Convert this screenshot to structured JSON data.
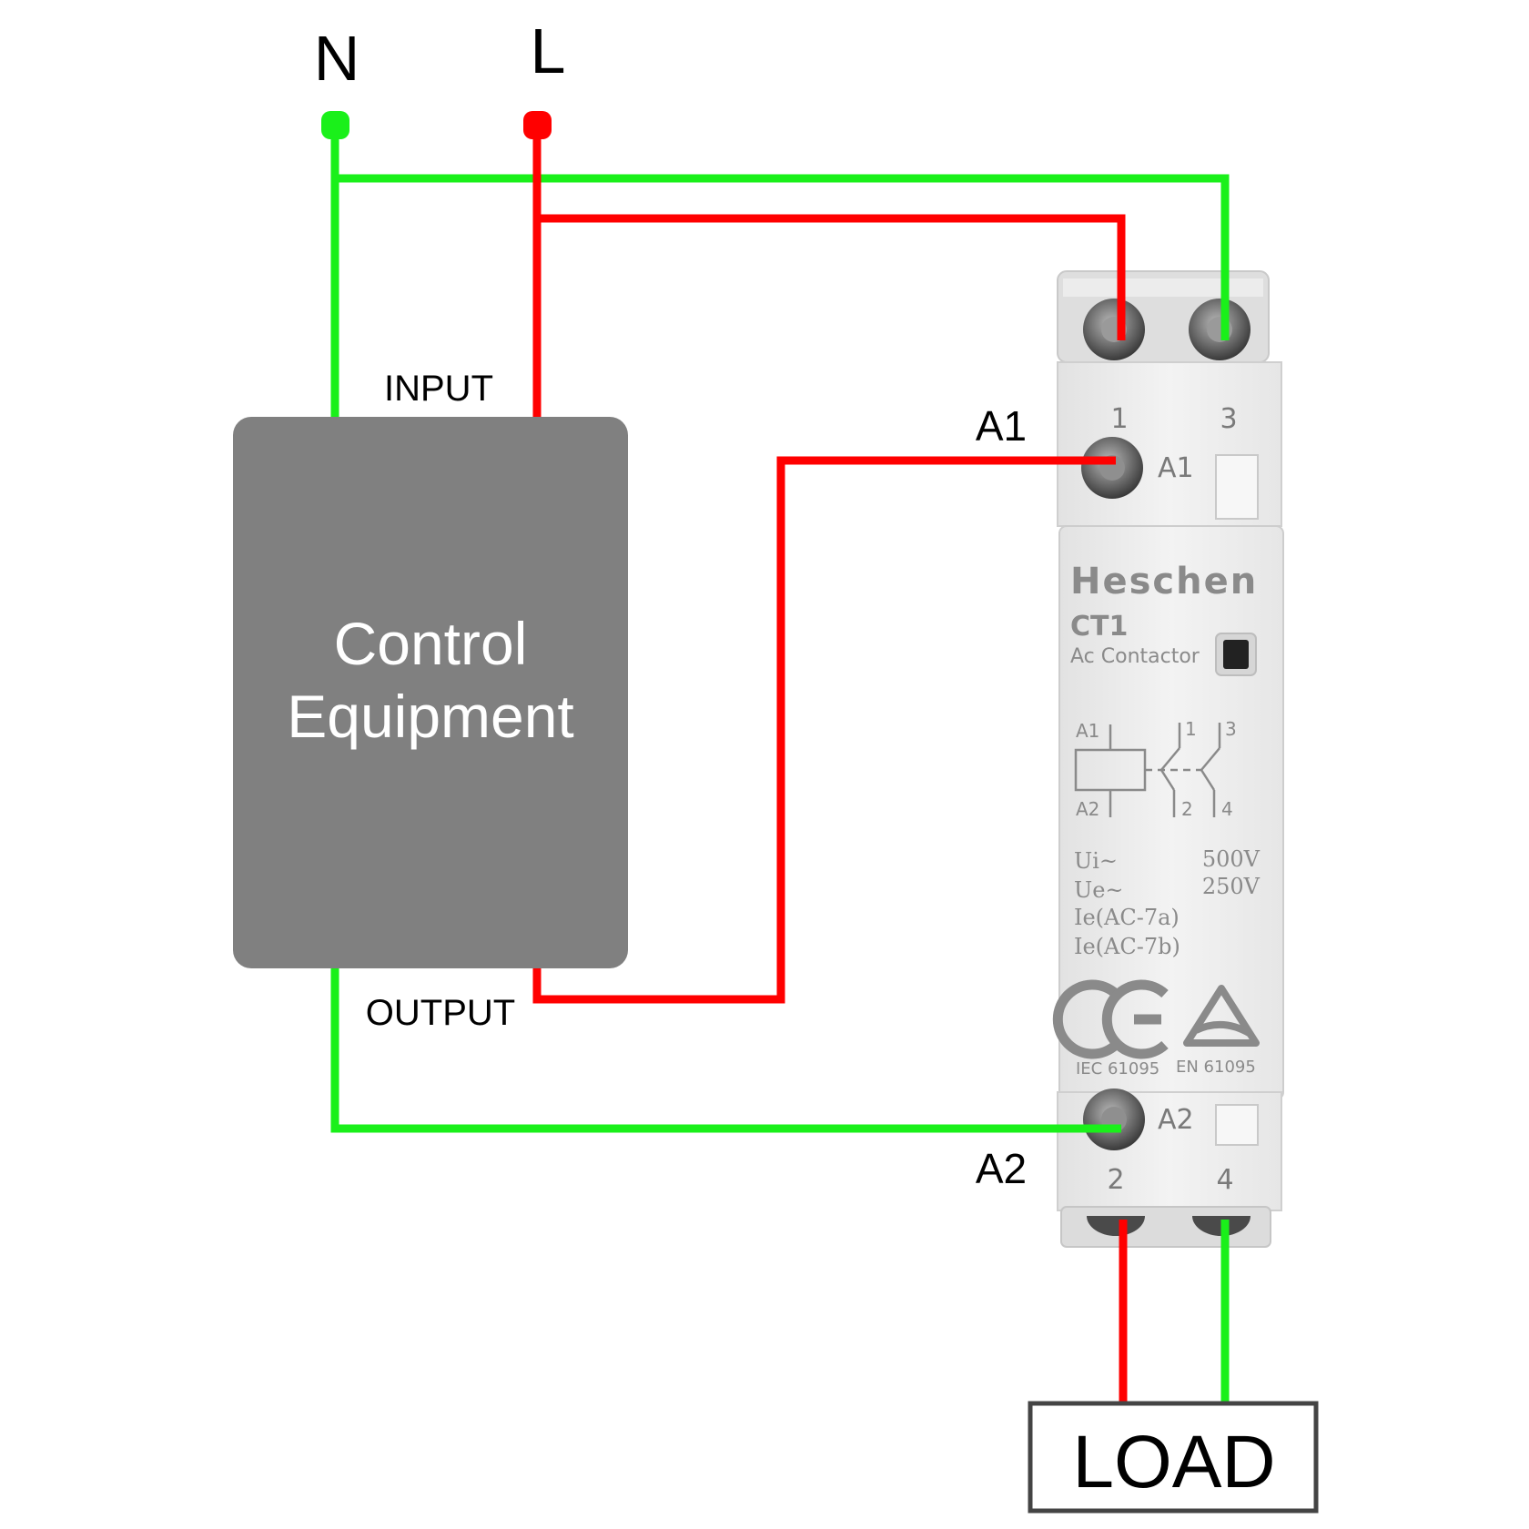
{
  "supply": {
    "neutral_label": "N",
    "line_label": "L",
    "neutral_color": "#1af01a",
    "line_color": "#ff0000"
  },
  "control_equipment": {
    "line1": "Control",
    "line2": "Equipment",
    "input_label": "INPUT",
    "output_label": "OUTPUT",
    "box_color": "#808080"
  },
  "wire_labels": {
    "a1": "A1",
    "a2": "A2"
  },
  "contactor": {
    "brand": "Heschen",
    "model": "CT1",
    "type": "Ac Contactor",
    "top_terminal_1": "1",
    "top_terminal_3": "3",
    "coil_a1": "A1",
    "coil_a2": "A2",
    "bottom_terminal_2": "2",
    "bottom_terminal_4": "4",
    "schematic": {
      "a1": "A1",
      "a2": "A2",
      "t1": "1",
      "t2": "2",
      "t3": "3",
      "t4": "4"
    },
    "ratings": [
      {
        "label": "Ui~",
        "value": "500V"
      },
      {
        "label": "Ue~",
        "value": "250V"
      },
      {
        "label": "Ie(AC-7a)",
        "value": ""
      },
      {
        "label": "Ie(AC-7b)",
        "value": ""
      }
    ],
    "ce_mark": "CE",
    "standard_iec": "IEC 61095",
    "standard_en": "EN 61095"
  },
  "load": {
    "label": "LOAD"
  }
}
